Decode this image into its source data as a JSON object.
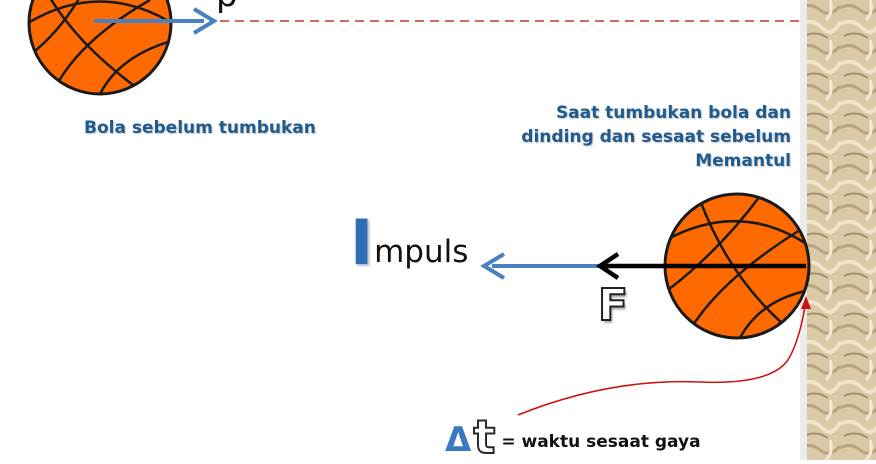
{
  "labels": {
    "before_collision": "Bola sebelum tumbukan",
    "during_collision": [
      "Saat tumbukan bola dan",
      "dinding dan sesaat sebelum",
      "Memantul"
    ],
    "impulse_initial": "I",
    "impulse_rest": "mpuls",
    "force": "F",
    "delta_symbol": "Δ",
    "time_symbol": "t",
    "delta_t_text": "= waktu sesaat gaya",
    "momentum_cut": "p"
  },
  "colors": {
    "ball": "#ff6a00",
    "ball_lines": "#1a1a1a",
    "blue_arrow": "#4a7fc1",
    "caption_text": "#1f5b8e",
    "dashed_line": "#c0392b",
    "red_pointer": "#cc1111",
    "wall": "#d8c8a8"
  }
}
